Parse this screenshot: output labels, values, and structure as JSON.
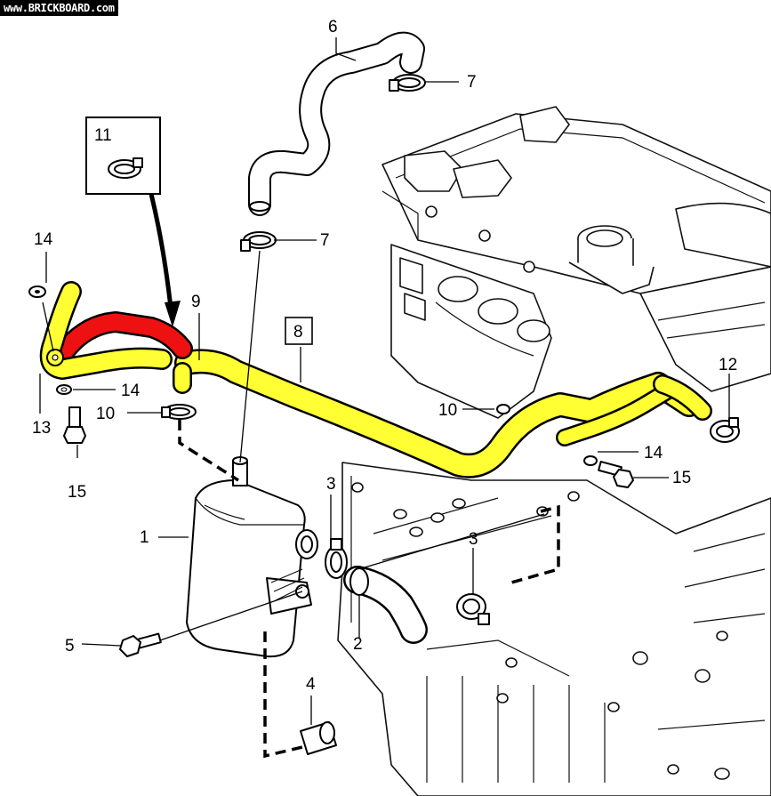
{
  "watermark": "www.BRICKBOARD.com",
  "colors": {
    "highlight_yellow": "#ffff33",
    "highlight_red": "#ee1111",
    "line": "#000000",
    "background": "#ffffff"
  },
  "callouts": {
    "n1": "1",
    "n2": "2",
    "n3a": "3",
    "n3b": "3",
    "n4": "4",
    "n5": "5",
    "n6": "6",
    "n7a": "7",
    "n7b": "7",
    "n8": "8",
    "n9": "9",
    "n10a": "10",
    "n10b": "10",
    "n11": "11",
    "n12": "12",
    "n13": "13",
    "n14a": "14",
    "n14b": "14",
    "n14c": "14",
    "n15a": "15",
    "n15b": "15"
  }
}
